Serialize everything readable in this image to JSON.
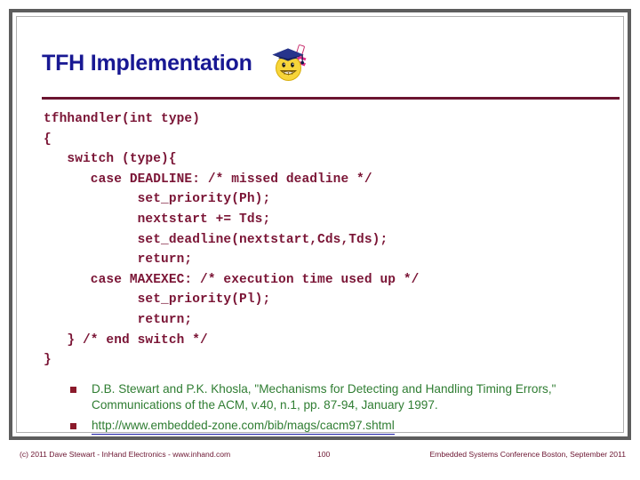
{
  "slide": {
    "title": "TFH Implementation",
    "title_color": "#181893",
    "rule_color": "#6b1430",
    "frame_color": "#5d5d5d",
    "icon": "graduate-smiley-icon",
    "code": {
      "color": "#7a1435",
      "lines": [
        "tfhhandler(int type)",
        "{",
        "   switch (type){",
        "      case DEADLINE: /* missed deadline */",
        "            set_priority(Ph);",
        "            nextstart += Tds;",
        "            set_deadline(nextstart,Cds,Tds);",
        "            return;",
        "      case MAXEXEC: /* execution time used up */",
        "            set_priority(Pl);",
        "            return;",
        "   } /* end switch */",
        "}"
      ]
    },
    "bullets": [
      {
        "marker": "square",
        "marker_color": "#8b1a2b",
        "text": "D.B. Stewart and P.K. Khosla, \"Mechanisms for Detecting and Handling Timing Errors,\" Communications of the ACM, v.40, n.1, pp. 87-94, January 1997.",
        "text_color": "#2f7d32",
        "is_link": false
      },
      {
        "marker": "square",
        "marker_color": "#8b1a2b",
        "text": "http://www.embedded-zone.com/bib/mags/cacm97.shtml",
        "text_color": "#2f7d32",
        "is_link": true,
        "underline_color": "#1d1da8"
      }
    ]
  },
  "footer": {
    "left": "(c) 2011 Dave Stewart - InHand Electronics - www.inhand.com",
    "page_number": "100",
    "right": "Embedded Systems Conference Boston, September 2011",
    "color": "#6b1430"
  }
}
